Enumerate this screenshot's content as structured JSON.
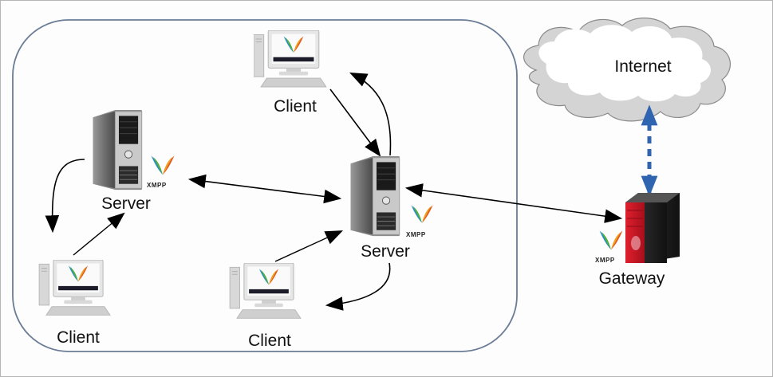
{
  "diagram": {
    "title": "XMPP network architecture",
    "nodes": {
      "client_top": {
        "label": "Client",
        "icon": "desktop-computer-icon"
      },
      "server_left": {
        "label": "Server",
        "icon": "server-tower-icon"
      },
      "server_center": {
        "label": "Server",
        "icon": "server-tower-icon"
      },
      "client_bottom_left": {
        "label": "Client",
        "icon": "desktop-computer-icon"
      },
      "client_bottom_center": {
        "label": "Client",
        "icon": "desktop-computer-icon"
      },
      "gateway": {
        "label": "Gateway",
        "icon": "gateway-server-icon"
      },
      "internet": {
        "label": "Internet",
        "icon": "cloud-icon"
      }
    },
    "xmpp_badge": "XMPP",
    "edges": [
      {
        "from": "client_top",
        "to": "server_center",
        "style": "solid",
        "direction": "forward"
      },
      {
        "from": "server_center",
        "to": "client_top",
        "style": "solid-curved",
        "direction": "forward"
      },
      {
        "from": "server_left",
        "to": "server_center",
        "style": "solid",
        "direction": "both"
      },
      {
        "from": "server_left",
        "to": "client_bottom_left",
        "style": "solid-curved",
        "direction": "forward"
      },
      {
        "from": "client_bottom_left",
        "to": "server_left",
        "style": "solid",
        "direction": "forward"
      },
      {
        "from": "client_bottom_center",
        "to": "server_center",
        "style": "solid",
        "direction": "forward"
      },
      {
        "from": "server_center",
        "to": "client_bottom_center",
        "style": "solid-curved",
        "direction": "forward"
      },
      {
        "from": "server_center",
        "to": "gateway",
        "style": "solid",
        "direction": "both"
      },
      {
        "from": "gateway",
        "to": "internet",
        "style": "dashed-blue",
        "direction": "both"
      }
    ],
    "colors": {
      "boundary": "#6a7c96",
      "arrow": "#000000",
      "internet_link": "#2e64b0",
      "gateway_red": "#d01a2a",
      "cloud_fill": "#ffffff",
      "cloud_shadow": "#d4d4d4"
    }
  }
}
